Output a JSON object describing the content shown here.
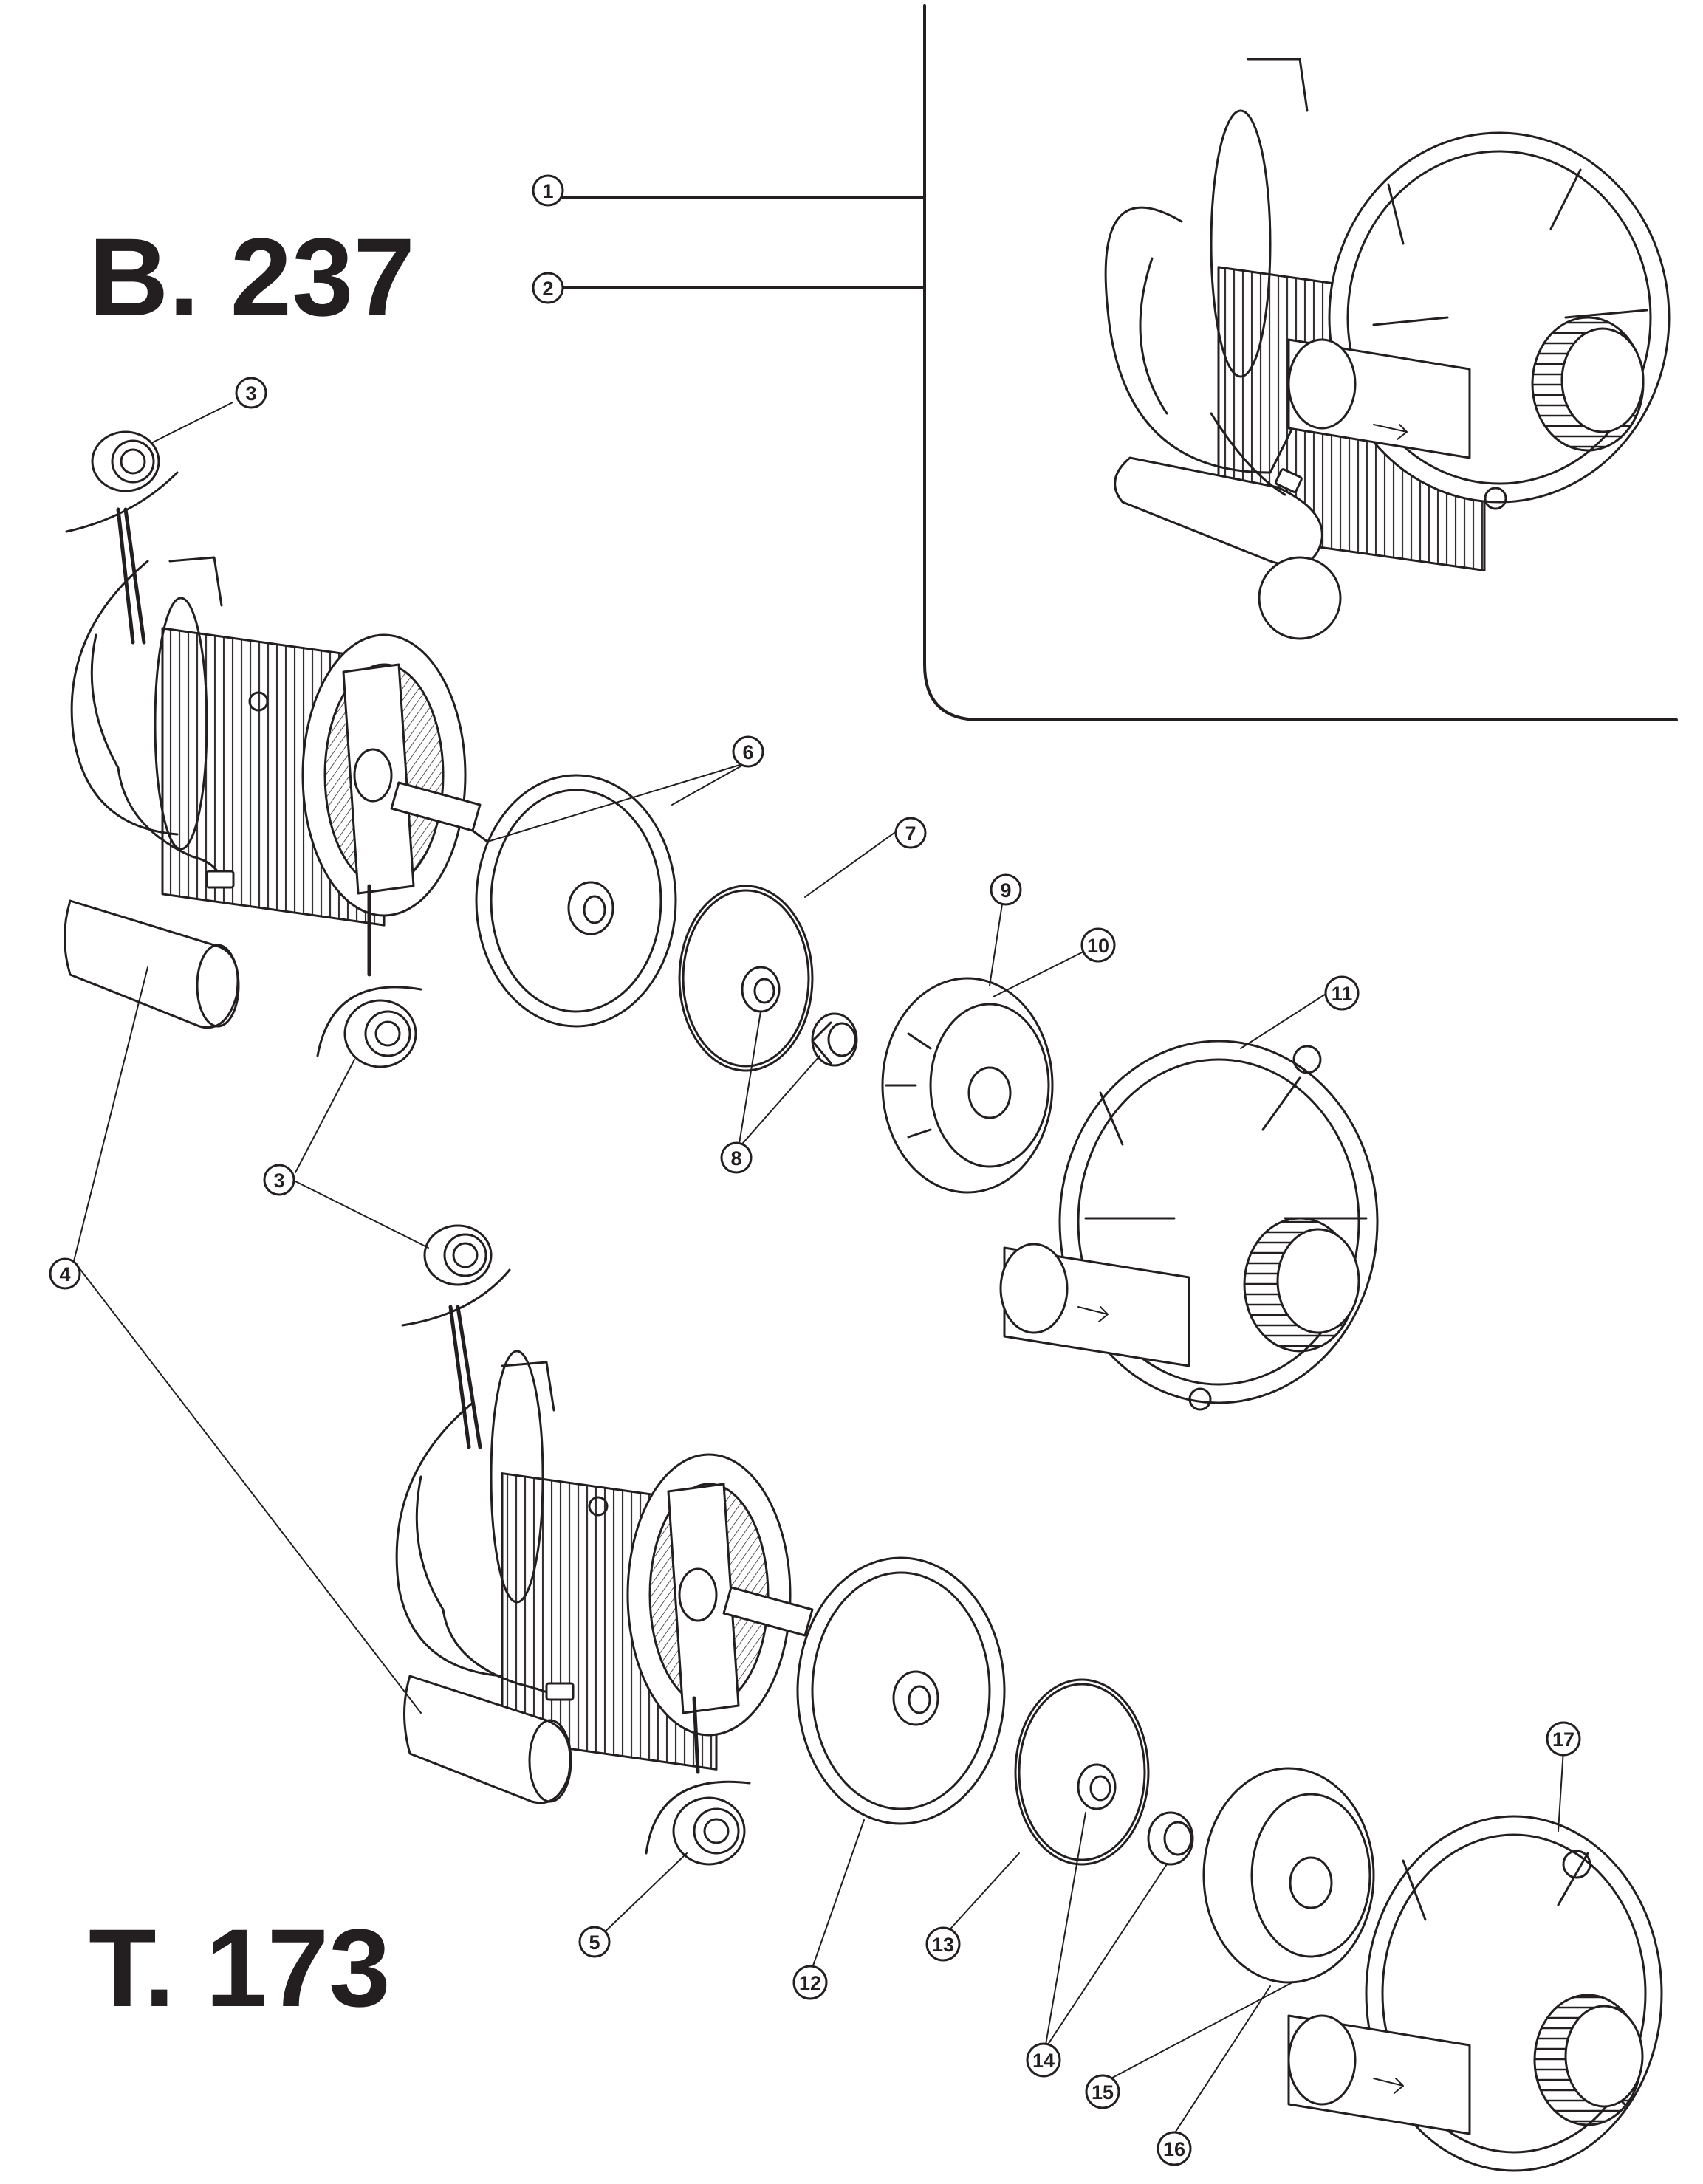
{
  "titles": {
    "upper": "B. 237",
    "lower": "T. 173"
  },
  "callouts": [
    {
      "id": "c1",
      "label": "1"
    },
    {
      "id": "c2",
      "label": "2"
    },
    {
      "id": "c3a",
      "label": "3"
    },
    {
      "id": "c3b",
      "label": "3"
    },
    {
      "id": "c3c",
      "label": "3"
    },
    {
      "id": "c4",
      "label": "4"
    },
    {
      "id": "c5",
      "label": "5"
    },
    {
      "id": "c6",
      "label": "6"
    },
    {
      "id": "c7",
      "label": "7"
    },
    {
      "id": "c8",
      "label": "8"
    },
    {
      "id": "c9",
      "label": "9"
    },
    {
      "id": "c10",
      "label": "10"
    },
    {
      "id": "c11",
      "label": "11"
    },
    {
      "id": "c12",
      "label": "12"
    },
    {
      "id": "c13",
      "label": "13"
    },
    {
      "id": "c14",
      "label": "14"
    },
    {
      "id": "c15",
      "label": "15"
    },
    {
      "id": "c16",
      "label": "16"
    },
    {
      "id": "c17",
      "label": "17"
    }
  ],
  "colors": {
    "ink": "#231f20",
    "paper": "#ffffff"
  }
}
